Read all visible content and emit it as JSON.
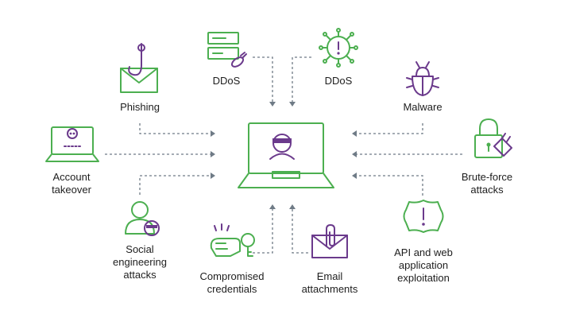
{
  "colors": {
    "green": "#4caf50",
    "purple": "#6b3a8c",
    "arrow": "#6f7b86",
    "text": "#1e1e1e"
  },
  "labels": {
    "ddos_1": "DDoS",
    "ddos_2": "DDoS",
    "phishing": "Phishing",
    "malware": "Malware",
    "account_takeover": "Account\ntakeover",
    "brute_force": "Brute-force\nattacks",
    "social_engineering": "Social\nengineering\nattacks",
    "compromised_credentials": "Compromised\ncredentials",
    "email_attachments": "Email\nattachments",
    "api_exploitation": "API and web\napplication\nexploitation"
  },
  "icons": {
    "center": "laptop-hacker-icon",
    "ddos_1": "server-bomb-icon",
    "ddos_2": "virus-alert-icon",
    "phishing": "envelope-hook-icon",
    "malware": "bug-icon",
    "account_takeover": "laptop-skull-icon",
    "brute_force": "padlock-hand-icon",
    "social_engineering": "user-masked-icon",
    "compromised_credentials": "key-hand-icon",
    "email_attachments": "envelope-paperclip-icon",
    "api_exploitation": "shield-alert-icon"
  }
}
